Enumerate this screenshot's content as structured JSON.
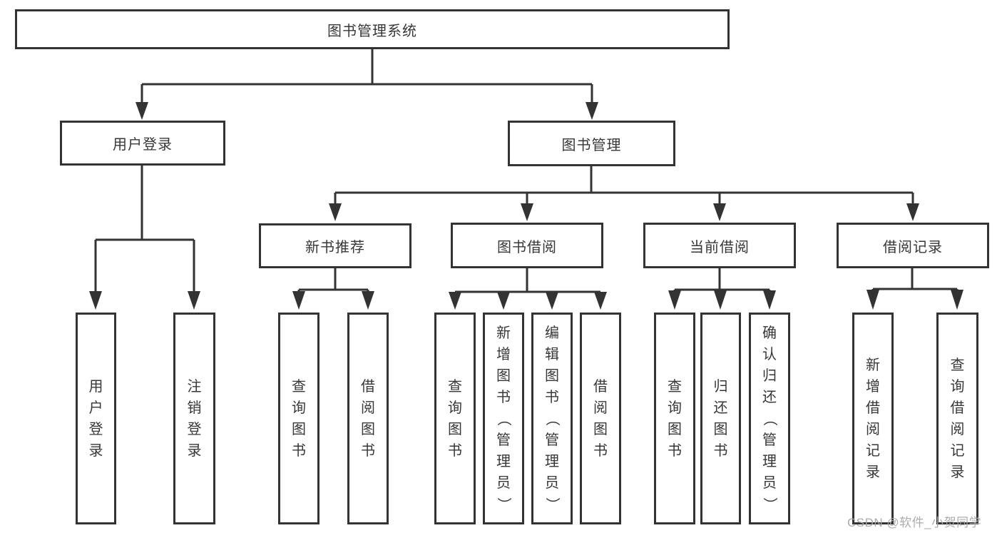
{
  "colors": {
    "line": "#333333",
    "box_border": "#333333",
    "box_background": "#ffffff",
    "text": "#373737",
    "watermark": "#a8a8a8"
  },
  "nodes": {
    "root": {
      "label": "图书管理系统"
    },
    "level2": [
      {
        "label": "用户登录"
      },
      {
        "label": "图书管理"
      }
    ],
    "login_children": [
      {
        "label": "用户登录"
      },
      {
        "label": "注销登录"
      }
    ],
    "level3": [
      {
        "label": "新书推荐"
      },
      {
        "label": "图书借阅"
      },
      {
        "label": "当前借阅"
      },
      {
        "label": "借阅记录"
      }
    ],
    "newbook_children": [
      {
        "label": "查询图书"
      },
      {
        "label": "借阅图书"
      }
    ],
    "borrow_children": [
      {
        "label": "查询图书"
      },
      {
        "label": "新增图书（管理员）"
      },
      {
        "label": "编辑图书（管理员）"
      },
      {
        "label": "借阅图书"
      }
    ],
    "current_children": [
      {
        "label": "查询图书"
      },
      {
        "label": "归还图书"
      },
      {
        "label": "确认归还（管理员）"
      }
    ],
    "record_children": [
      {
        "label": "新增借阅记录"
      },
      {
        "label": "查询借阅记录"
      }
    ]
  },
  "watermark": "CSDN @软件_小贺同学"
}
